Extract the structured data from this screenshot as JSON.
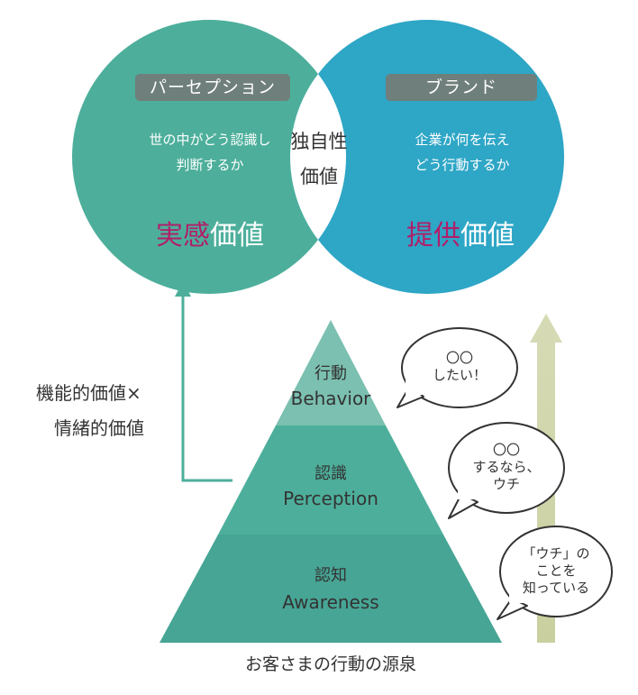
{
  "venn": {
    "left": {
      "tag": "パーセプション",
      "line1": "世の中がどう認識し",
      "line2": "判断するか",
      "value_accent": "実感",
      "value_rest": "価値",
      "color": "#4daf9b"
    },
    "center": {
      "line1": "独自性",
      "line2": "価値"
    },
    "right": {
      "tag": "ブランド",
      "line1": "企業が何を伝え",
      "line2": "どう行動するか",
      "value_accent": "提供",
      "value_rest": "価値",
      "color": "#2ea6c6"
    }
  },
  "left_label": {
    "line1": "機能的価値×",
    "line2": "情緒的価値"
  },
  "pyramid": {
    "levels": [
      {
        "jp": "行動",
        "en": "Behavior",
        "color": "#7bc0b0"
      },
      {
        "jp": "認識",
        "en": "Perception",
        "color": "#4daf9b"
      },
      {
        "jp": "認知",
        "en": "Awareness",
        "color": "#47a595"
      }
    ]
  },
  "bubbles": [
    {
      "line1": "〇〇",
      "line2": "したい！",
      "line3": ""
    },
    {
      "line1": "〇〇",
      "line2": "するなら、",
      "line3": "ウチ"
    },
    {
      "line1": "「ウチ」の",
      "line2": "ことを",
      "line3": "知っている"
    }
  ],
  "caption": "お客さまの行動の源泉",
  "accent_color": "#b01f6a",
  "arrow_color": "#d4d9b0"
}
